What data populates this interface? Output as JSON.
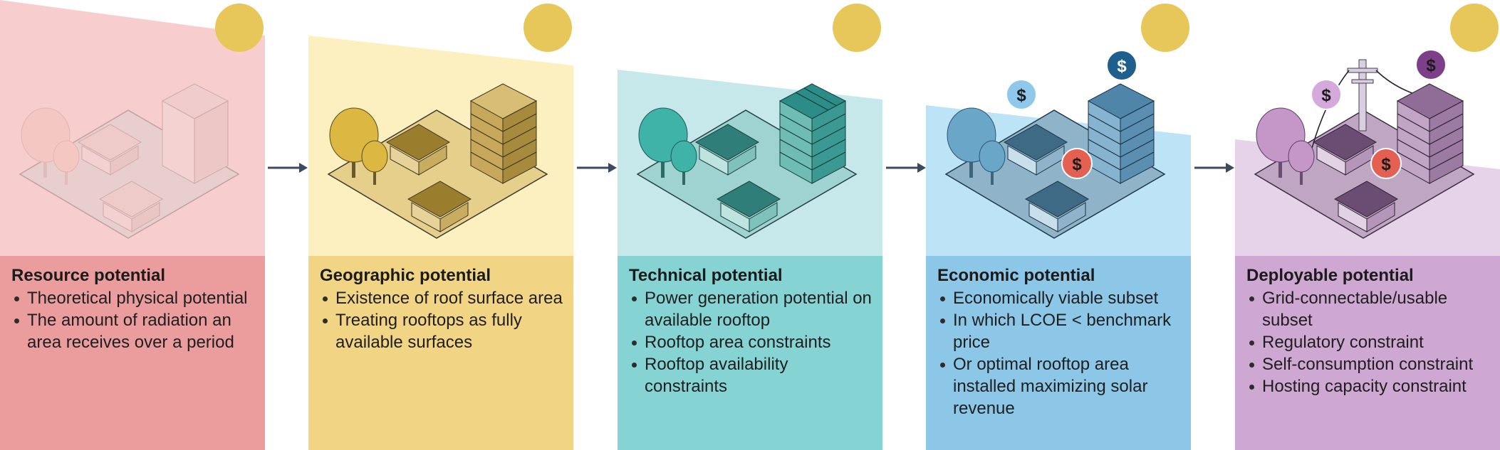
{
  "stages": [
    {
      "title": "Resource potential",
      "bullets": [
        "Theoretical physical potential",
        "The amount of radiation an area receives over a period"
      ],
      "colors": {
        "top": "#f8cdcd",
        "bottom": "#eb9d9e"
      }
    },
    {
      "title": "Geographic potential",
      "bullets": [
        "Existence of roof surface area",
        "Treating rooftops as fully available surfaces"
      ],
      "colors": {
        "top": "#fcefc0",
        "bottom": "#f1d585"
      }
    },
    {
      "title": "Technical potential",
      "bullets": [
        "Power generation potential on available rooftop",
        "Rooftop area constraints",
        "Rooftop availability constraints"
      ],
      "colors": {
        "top": "#c6e8ea",
        "bottom": "#86d3d3"
      }
    },
    {
      "title": "Economic potential",
      "bullets": [
        "Economically viable subset",
        "In which LCOE < benchmark price",
        "Or optimal rooftop area installed maximizing solar revenue"
      ],
      "colors": {
        "top": "#bde3f6",
        "bottom": "#8dc7e8"
      }
    },
    {
      "title": "Deployable potential",
      "bullets": [
        "Grid-connectable/usable subset",
        "Regulatory constraint",
        "Self-consumption constraint",
        "Hosting capacity constraint"
      ],
      "colors": {
        "top": "#e6d3e9",
        "bottom": "#cea8d2"
      }
    }
  ],
  "icons": {
    "sun": "sun-icon",
    "dollar": "dollar-coin-icon",
    "arrow": "right-arrow-icon",
    "dollar_symbol": "$"
  },
  "colors": {
    "sun": "#e8c75a",
    "arrow": "#3b4a5e"
  }
}
